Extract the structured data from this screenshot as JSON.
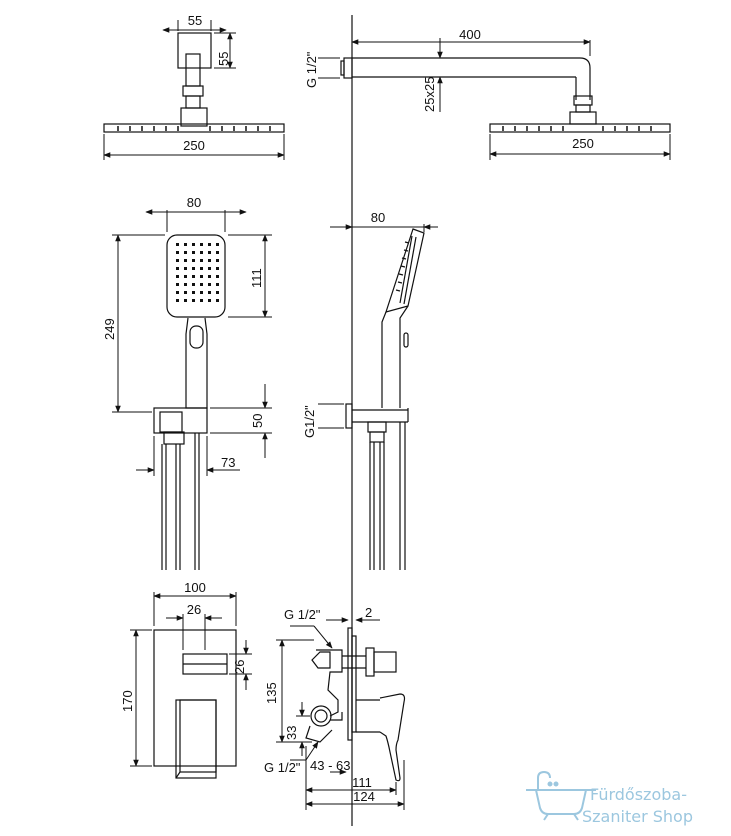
{
  "dimensions": {
    "head_top_width": "55",
    "head_top_height": "55",
    "head_top_diameter": "250",
    "arm_length": "400",
    "arm_thread": "G 1/2\"",
    "arm_section": "25x25",
    "head_side_diameter": "250",
    "hand_width": "80",
    "hand_total_length": "249",
    "hand_head_length": "111",
    "holder_height": "50",
    "holder_depth": "73",
    "hand_side_width": "80",
    "holder_thread": "G1/2\"",
    "plate_width": "100",
    "plate_inner_width": "26",
    "plate_inner_height": "26",
    "plate_height": "170",
    "body_thread_top": "G 1/2\"",
    "wall_gap": "2",
    "body_height": "135",
    "body_lower": "33",
    "body_thread_bottom": "G 1/2\"",
    "body_depth_range": "43 - 63",
    "body_depth_111": "111",
    "body_depth_124": "124"
  },
  "watermark": {
    "line1": "Fürdőszoba-",
    "line2": "Szaniter Shop"
  },
  "colors": {
    "line": "#111111",
    "watermark": "#9cc7df"
  }
}
